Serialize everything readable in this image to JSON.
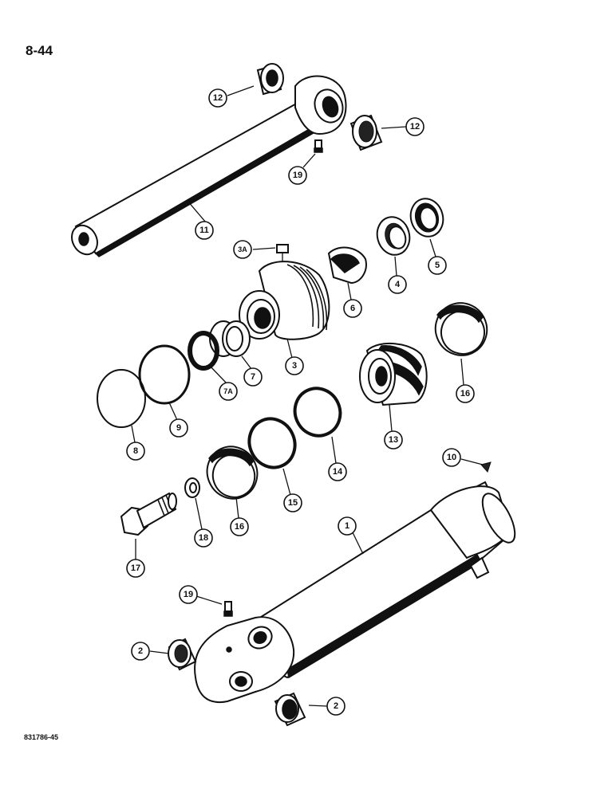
{
  "page_number": "8-44",
  "figure_code": "831786-45",
  "callouts": {
    "c12a": "12",
    "c12b": "12",
    "c19a": "19",
    "c11": "11",
    "c3a": "3A",
    "c6": "6",
    "c4": "4",
    "c5": "5",
    "c7": "7",
    "c7a": "7A",
    "c3": "3",
    "c9": "9",
    "c8": "8",
    "c13": "13",
    "c16a": "16",
    "c14": "14",
    "c15": "15",
    "c16b": "16",
    "c18": "18",
    "c17": "17",
    "c10": "10",
    "c1": "1",
    "c19b": "19",
    "c2a": "2",
    "c2b": "2"
  }
}
